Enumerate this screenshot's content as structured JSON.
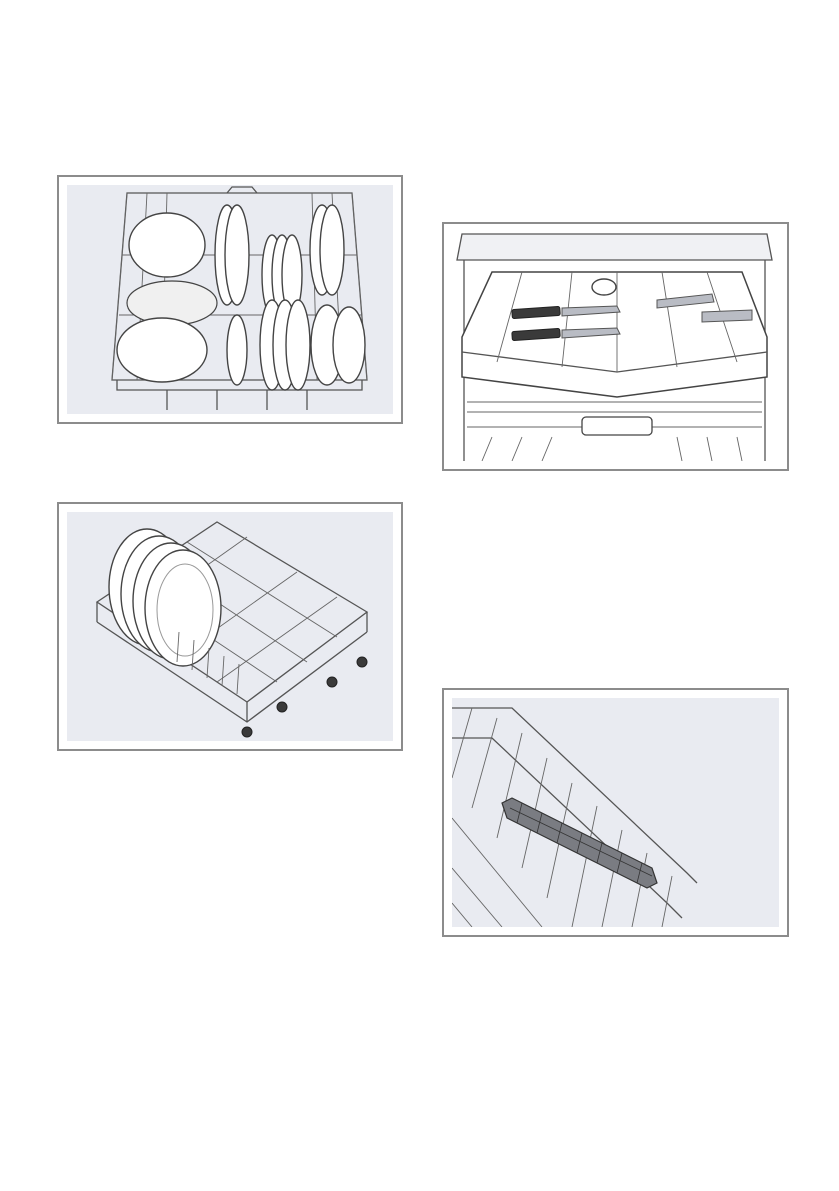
{
  "page": {
    "background": "#ffffff",
    "panel_background": "#e9ebf1",
    "frame_color": "#8c8c8c"
  },
  "figures": [
    {
      "name": "lower-basket-bowls-and-plates",
      "caption": ""
    },
    {
      "name": "cutlery-drawer-third-rack",
      "caption": ""
    },
    {
      "name": "lower-basket-large-plates",
      "caption": ""
    },
    {
      "name": "rack-tine-insert",
      "caption": ""
    }
  ]
}
